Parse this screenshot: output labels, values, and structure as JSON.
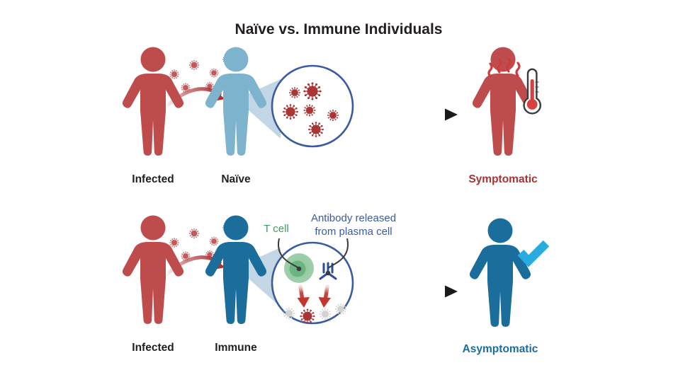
{
  "figure": {
    "title": "Naïve vs. Immune Individuals",
    "background_color": "#ffffff",
    "type": "scientific-infographic"
  },
  "colors": {
    "infected_red": "#bf4c4c",
    "symptomatic_red": "#bf4c4c",
    "symptomatic_label": "#a93232",
    "naive_blue": "#7eb3ce",
    "immune_blue": "#1b6e9c",
    "asymptomatic_blue": "#1b6e9c",
    "check_cyan": "#29abdf",
    "virus_red": "#ab3434",
    "virus_grey": "#d2d2d2",
    "tcell_green": "#8fc79c",
    "tcell_nucleus": "#5fae78",
    "tcell_label_green": "#3e9e63",
    "antibody_blue": "#2a4fa0",
    "annotation_navy": "#3a5ba0",
    "circle_outline": "#3a5ba0",
    "cone_blue": "#b9cfe2",
    "arrow_black": "#1a1a1a",
    "arrow_red": "#a93232",
    "label_dark": "#231f20",
    "thermometer_red": "#d94141",
    "thermometer_outline": "#3b3b3b",
    "fever_red": "#cf3b3b"
  },
  "rows": [
    {
      "id": "naive-row",
      "person_source": {
        "label": "Infected",
        "label_color": "#231f20",
        "figure_color": "#bf4c4c"
      },
      "person_target": {
        "label": "Naïve",
        "label_color": "#231f20",
        "figure_color": "#7eb3ce"
      },
      "person_outcome": {
        "label": "Symptomatic",
        "label_color": "#a93232",
        "figure_color": "#bf4c4c",
        "icons": [
          "fever-squiggles",
          "thermometer"
        ]
      },
      "magnifier": {
        "virus_count": 6,
        "virus_color": "#ab3434",
        "contents": "replicating virus particles"
      },
      "transmission": {
        "particle_count": 9,
        "arrow": "curved-transmission-arrow"
      },
      "outcome_arrow": "straight-arrow-right"
    },
    {
      "id": "immune-row",
      "person_source": {
        "label": "Infected",
        "label_color": "#231f20",
        "figure_color": "#bf4c4c"
      },
      "person_target": {
        "label": "Immune",
        "label_color": "#231f20",
        "figure_color": "#1b6e9c"
      },
      "person_outcome": {
        "label": "Asymptomatic",
        "label_color": "#1b6e9c",
        "figure_color": "#1b6e9c",
        "icons": [
          "check-mark"
        ]
      },
      "magnifier": {
        "annotations": [
          {
            "id": "t-cell",
            "text": "T cell",
            "color": "#3e9e63",
            "lines": [
              "T cell"
            ]
          },
          {
            "id": "antibody",
            "text": "Antibody released from plasma cell",
            "color": "#3a5ba0",
            "lines": [
              "Antibody released",
              "from plasma cell"
            ]
          }
        ],
        "immune_cells": [
          {
            "type": "t-cell",
            "color": "#8fc79c"
          },
          {
            "type": "antibody",
            "color": "#2a4fa0"
          }
        ],
        "effector_arrows": 2,
        "viruses": [
          {
            "state": "neutralized",
            "color": "#d2d2d2"
          },
          {
            "state": "active",
            "color": "#ab3434"
          },
          {
            "state": "neutralized",
            "color": "#d2d2d2"
          },
          {
            "state": "neutralized",
            "color": "#d2d2d2"
          }
        ]
      },
      "transmission": {
        "particle_count": 9,
        "arrow": "curved-transmission-arrow"
      },
      "outcome_arrow": "straight-arrow-right"
    }
  ]
}
